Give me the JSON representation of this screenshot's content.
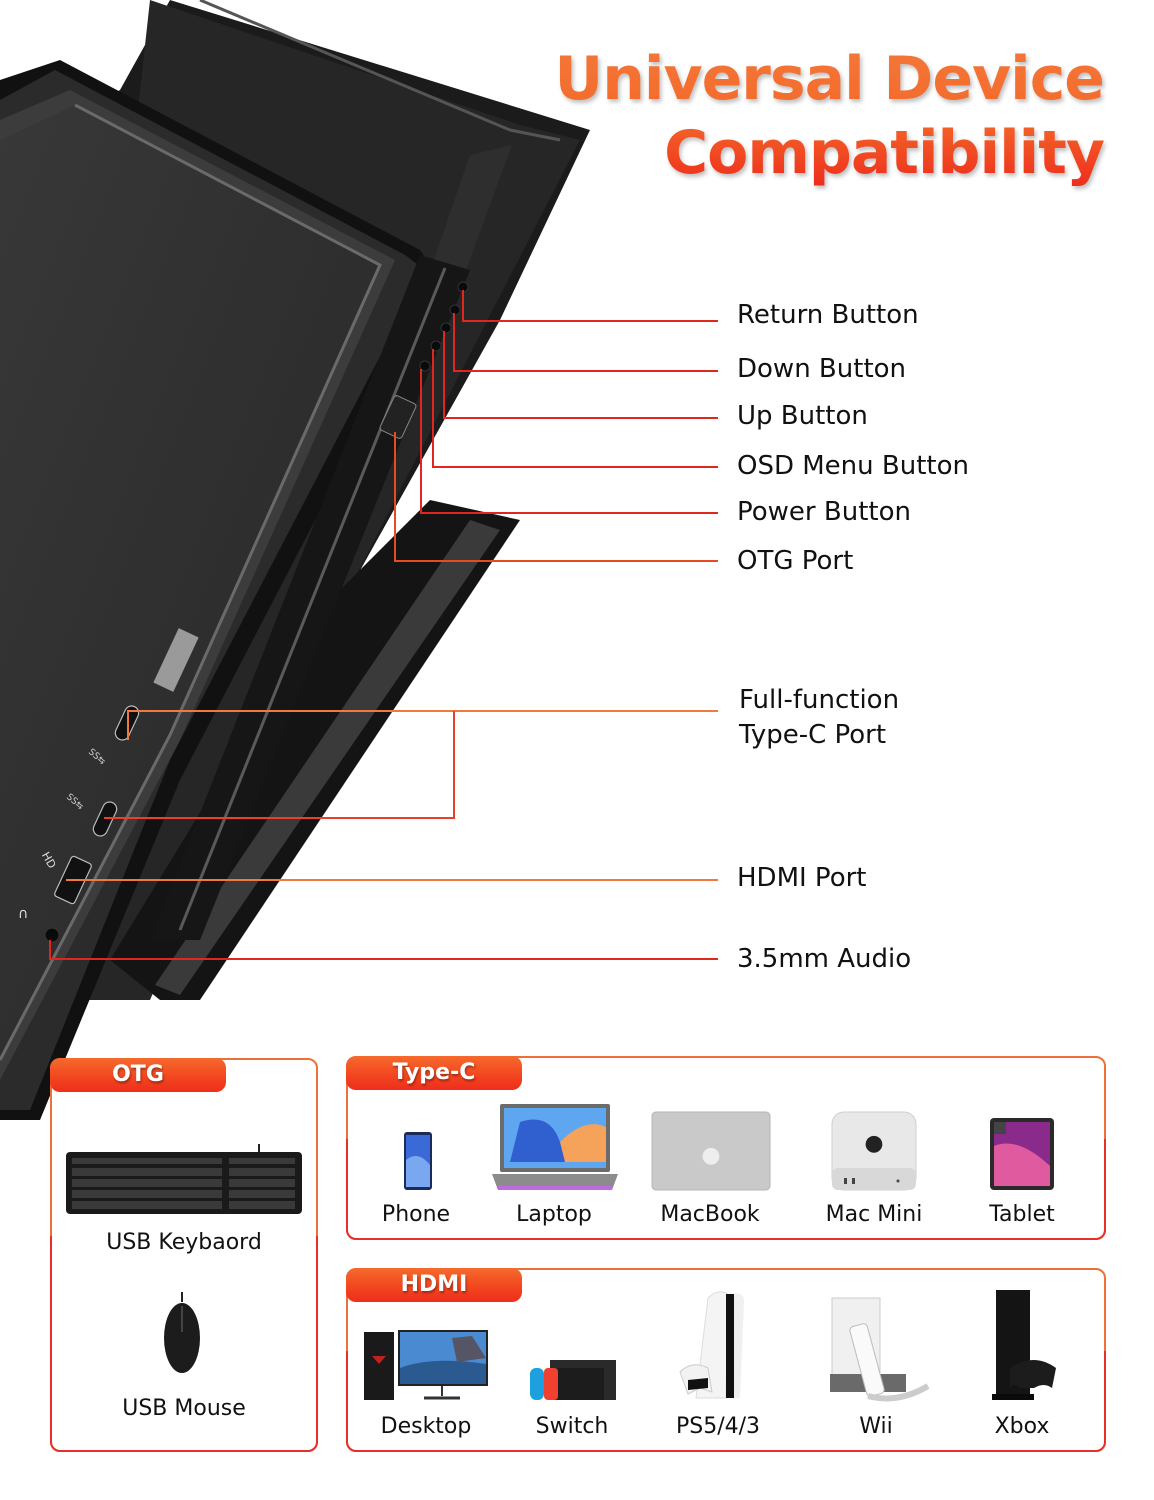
{
  "title": {
    "line1": "Universal Device",
    "line2": "Compatibility"
  },
  "colors": {
    "accent_orange": "#f4773a",
    "accent_red": "#ee2a1c",
    "callout_line_red": "#e0261f",
    "callout_line_orange": "#f07a3e",
    "monitor_body": "#2a2a2a"
  },
  "callouts": {
    "side_buttons": [
      {
        "id": "return",
        "label": "Return Button"
      },
      {
        "id": "down",
        "label": "Down Button"
      },
      {
        "id": "up",
        "label": "Up Button"
      },
      {
        "id": "osd",
        "label": "OSD Menu Button"
      },
      {
        "id": "power",
        "label": "Power Button"
      },
      {
        "id": "otg",
        "label": "OTG Port"
      }
    ],
    "ports": [
      {
        "id": "typec",
        "label_line1": "Full-function",
        "label_line2": "Type-C Port"
      },
      {
        "id": "hdmi",
        "label": "HDMI Port"
      },
      {
        "id": "audio",
        "label": "3.5mm Audio"
      }
    ],
    "port_markings": {
      "usb_ss_1": "SS",
      "usb_ss_2": "SS",
      "hdmi": "HD"
    }
  },
  "sections": {
    "otg": {
      "tag": "OTG",
      "devices": [
        {
          "label": "USB Keybaord",
          "icon": "keyboard-icon"
        },
        {
          "label": "USB Mouse",
          "icon": "mouse-icon"
        }
      ]
    },
    "typec": {
      "tag": "Type-C",
      "devices": [
        {
          "label": "Phone",
          "icon": "phone-icon"
        },
        {
          "label": "Laptop",
          "icon": "laptop-icon"
        },
        {
          "label": "MacBook",
          "icon": "macbook-icon"
        },
        {
          "label": "Mac Mini",
          "icon": "mac-mini-icon"
        },
        {
          "label": "Tablet",
          "icon": "tablet-icon"
        }
      ]
    },
    "hdmi": {
      "tag": "HDMI",
      "devices": [
        {
          "label": "Desktop",
          "icon": "desktop-icon"
        },
        {
          "label": "Switch",
          "icon": "switch-console-icon"
        },
        {
          "label": "PS5/4/3",
          "icon": "playstation-icon"
        },
        {
          "label": "Wii",
          "icon": "wii-icon"
        },
        {
          "label": "Xbox",
          "icon": "xbox-icon"
        }
      ]
    }
  }
}
